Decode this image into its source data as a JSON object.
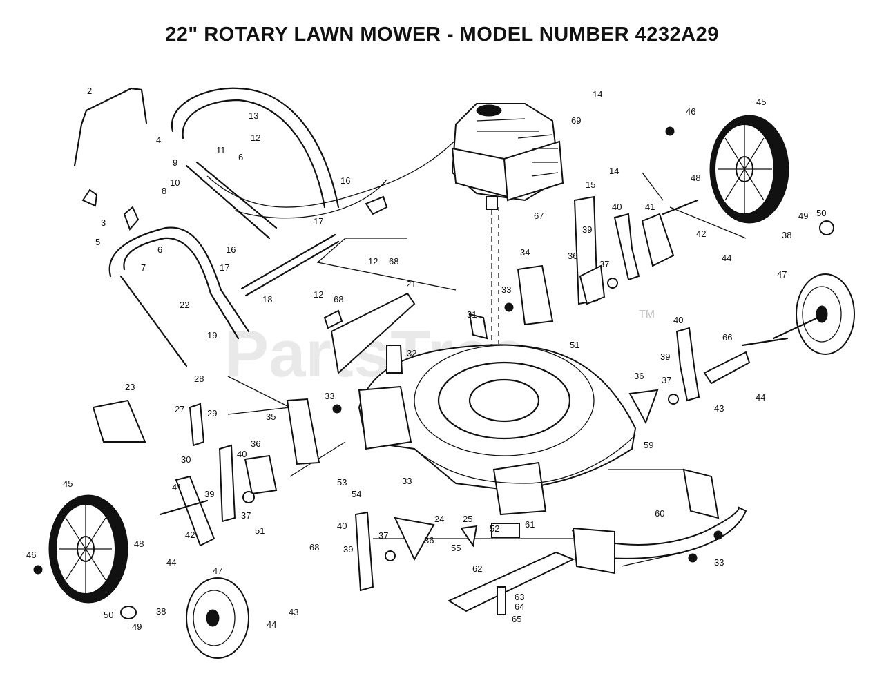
{
  "title": "22\" ROTARY LAWN MOWER - MODEL NUMBER 4232A29",
  "watermark": {
    "text": "PartsTree",
    "mark": "TM"
  },
  "callouts": [
    "2",
    "4",
    "13",
    "11",
    "12",
    "6",
    "9",
    "10",
    "8",
    "3",
    "5",
    "6",
    "7",
    "22",
    "17",
    "16",
    "17",
    "18",
    "16",
    "12",
    "68",
    "12",
    "68",
    "21",
    "19",
    "28",
    "23",
    "27",
    "29",
    "30",
    "33",
    "35",
    "36",
    "40",
    "39",
    "37",
    "51",
    "41",
    "45",
    "48",
    "42",
    "44",
    "46",
    "53",
    "54",
    "33",
    "40",
    "39",
    "37",
    "36",
    "55",
    "24",
    "25",
    "52",
    "61",
    "62",
    "63",
    "64",
    "65",
    "68",
    "47",
    "43",
    "44",
    "50",
    "49",
    "38",
    "14",
    "69",
    "45",
    "46",
    "15",
    "14",
    "67",
    "48",
    "40",
    "41",
    "39",
    "36",
    "37",
    "34",
    "33",
    "49",
    "50",
    "38",
    "42",
    "44",
    "47",
    "31",
    "51",
    "32",
    "66",
    "40",
    "39",
    "36",
    "37",
    "43",
    "44",
    "59",
    "60",
    "33"
  ]
}
